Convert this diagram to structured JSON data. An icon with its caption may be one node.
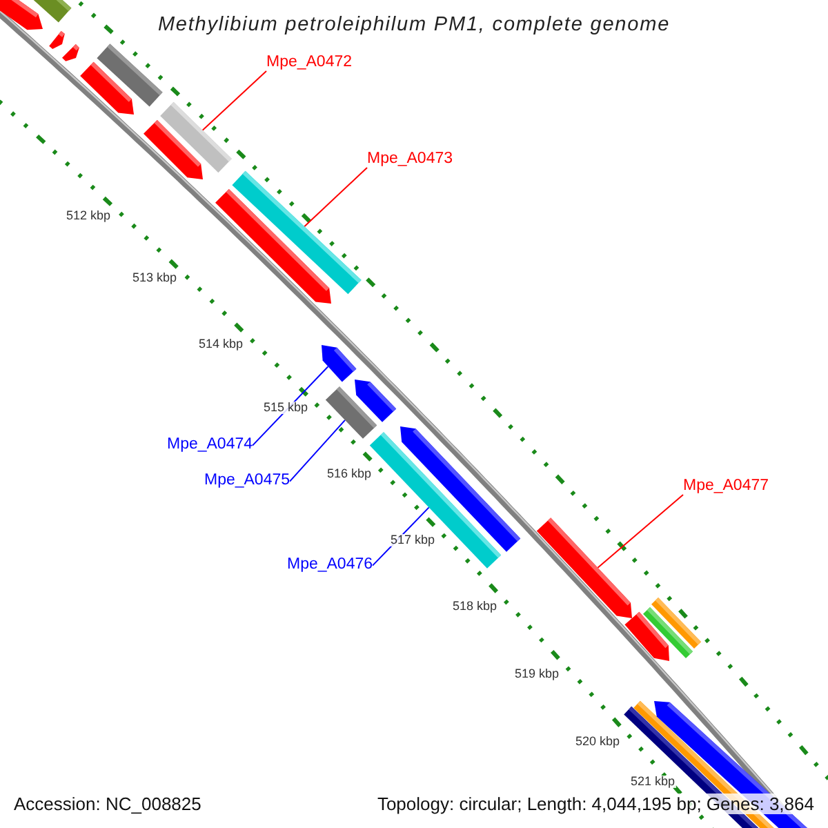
{
  "diagram": {
    "title": "Methylibium petroleiphilum PM1, complete genome",
    "nodes": [
      {
        "text": [
          "Mpe_A0472"
        ]
      },
      {
        "text": [
          "Mpe_A0473"
        ]
      },
      {
        "text": [
          "Mpe_A0474"
        ]
      },
      {
        "text": [
          "Mpe_A0475"
        ]
      },
      {
        "text": [
          "Mpe_A0476"
        ]
      },
      {
        "text": [
          "Mpe_A0477"
        ]
      },
      {
        "text": [],
        "shape": "bar"
      },
      {
        "text": [],
        "shape": "bar"
      },
      {
        "text": [],
        "shape": "arrow"
      },
      {
        "text": [],
        "shape": "bar"
      },
      {
        "text": [],
        "shape": "bar"
      },
      {
        "text": [],
        "shape": "arrow"
      }
    ],
    "edges": [
      {
        "from": 0,
        "to": 6,
        "arrow": "none",
        "color": "#ff0000"
      },
      {
        "from": 1,
        "to": 7,
        "arrow": "none",
        "color": "#ff0000"
      },
      {
        "from": 2,
        "to": 8,
        "arrow": "none",
        "color": "#0000ff"
      },
      {
        "from": 3,
        "to": 9,
        "arrow": "none",
        "color": "#0000ff"
      },
      {
        "from": 4,
        "to": 10,
        "arrow": "none",
        "color": "#0000ff"
      },
      {
        "from": 5,
        "to": 11,
        "arrow": "none",
        "color": "#ff0000"
      }
    ],
    "labels": [
      "512 kbp",
      "513 kbp",
      "514 kbp",
      "515 kbp",
      "516 kbp",
      "517 kbp",
      "518 kbp",
      "519 kbp",
      "520 kbp",
      "521 kbp",
      "Accession: NC_008825",
      "Topology: circular; Length: 4,044,195 bp; Genes: 3,864"
    ]
  }
}
